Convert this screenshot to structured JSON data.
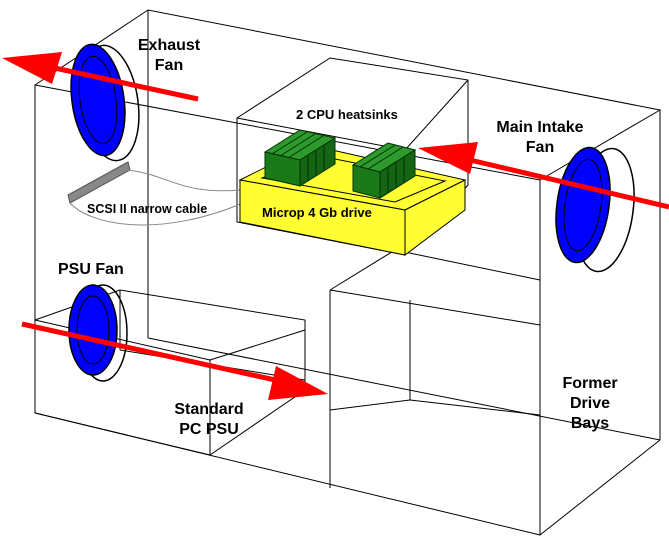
{
  "labels": {
    "exhaust_fan": [
      "Exhaust",
      "Fan"
    ],
    "main_intake_fan": [
      "Main Intake",
      "Fan"
    ],
    "cpu_heatsinks": "2 CPU heatsinks",
    "drive": "Microp 4 Gb drive",
    "scsi_cable": "SCSI II narrow cable",
    "psu_fan": "PSU Fan",
    "psu": [
      "Standard",
      "PC PSU"
    ],
    "drive_bays": [
      "Former",
      "Drive",
      "Bays"
    ]
  },
  "colors": {
    "outline": "#000000",
    "fan_fill": "#0000ff",
    "airflow_arrow": "#ff0000",
    "heatsink": "#1a7a1a",
    "drive": "#ffff33",
    "cable": "#888888"
  }
}
